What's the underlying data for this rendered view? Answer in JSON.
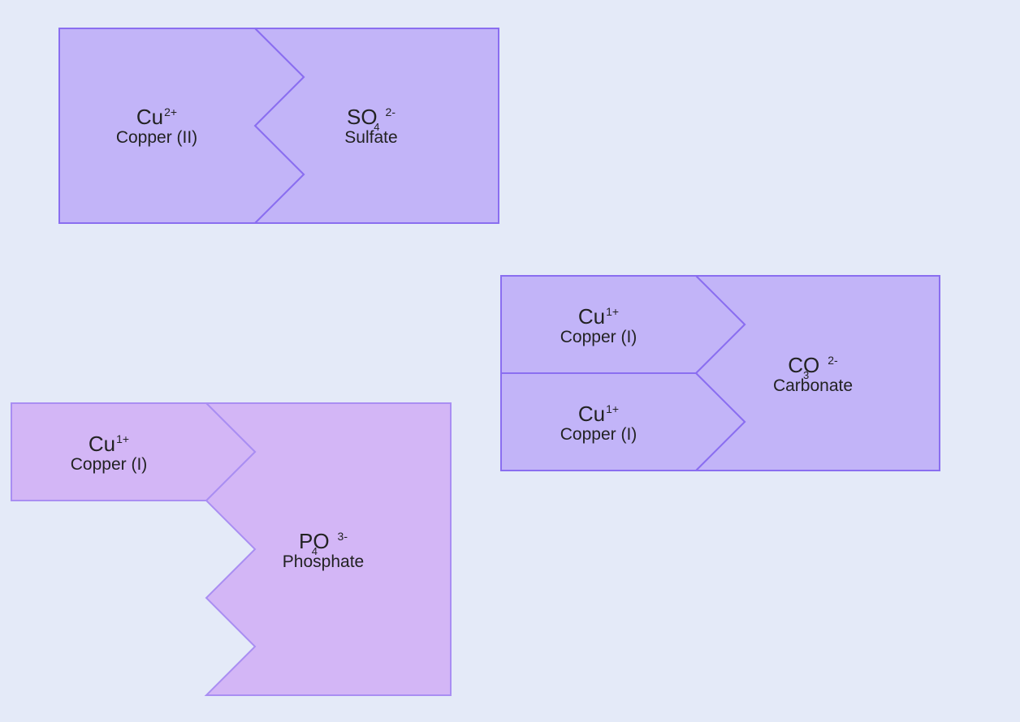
{
  "colors": {
    "background": "#e4eaf8",
    "blue_piece_fill": "#c2b4f8",
    "blue_piece_stroke": "#8a6ef0",
    "pink_piece_fill": "#d3b6f6",
    "pink_piece_stroke": "#a98ef2"
  },
  "compounds": [
    {
      "cations": [
        {
          "formula": "Cu",
          "charge": "2+",
          "name": "Copper (II)"
        }
      ],
      "anion": {
        "formula": "SO",
        "subscript": "4",
        "charge": "2-",
        "name": "Sulfate"
      }
    },
    {
      "cations": [
        {
          "formula": "Cu",
          "charge": "1+",
          "name": "Copper (I)"
        },
        {
          "formula": "Cu",
          "charge": "1+",
          "name": "Copper (I)"
        }
      ],
      "anion": {
        "formula": "CO",
        "subscript": "3",
        "charge": "2-",
        "name": "Carbonate"
      }
    },
    {
      "cations": [
        {
          "formula": "Cu",
          "charge": "1+",
          "name": "Copper (I)"
        }
      ],
      "anion": {
        "formula": "PO",
        "subscript": "4",
        "charge": "3-",
        "name": "Phosphate"
      }
    }
  ]
}
